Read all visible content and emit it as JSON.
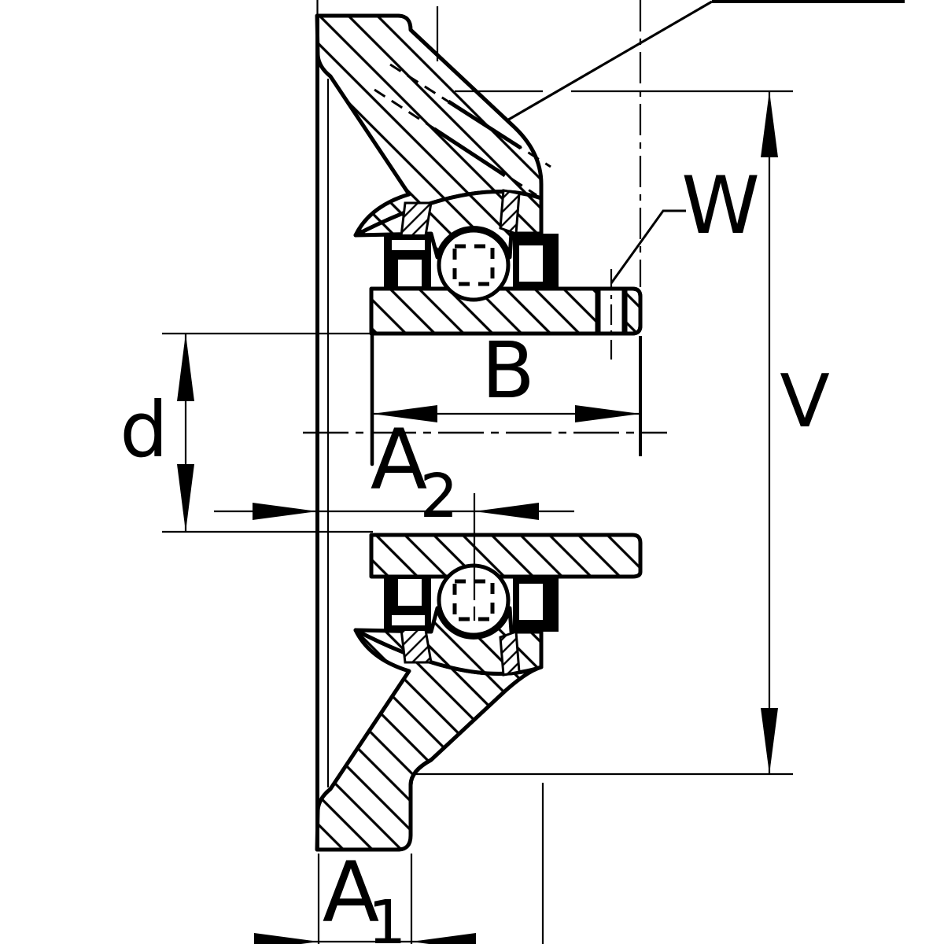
{
  "canvas": {
    "background": "#ffffff",
    "line_color": "#000000"
  },
  "drawing": {
    "kind": "flanged-bearing-unit-cross-section",
    "dimension_labels": {
      "bore_diameter": "d",
      "ring_width": "B",
      "a2": {
        "base": "A",
        "sub": "2"
      },
      "a1": {
        "base": "A",
        "sub": "1"
      },
      "overall_height": "V",
      "set_screw": "W"
    }
  }
}
